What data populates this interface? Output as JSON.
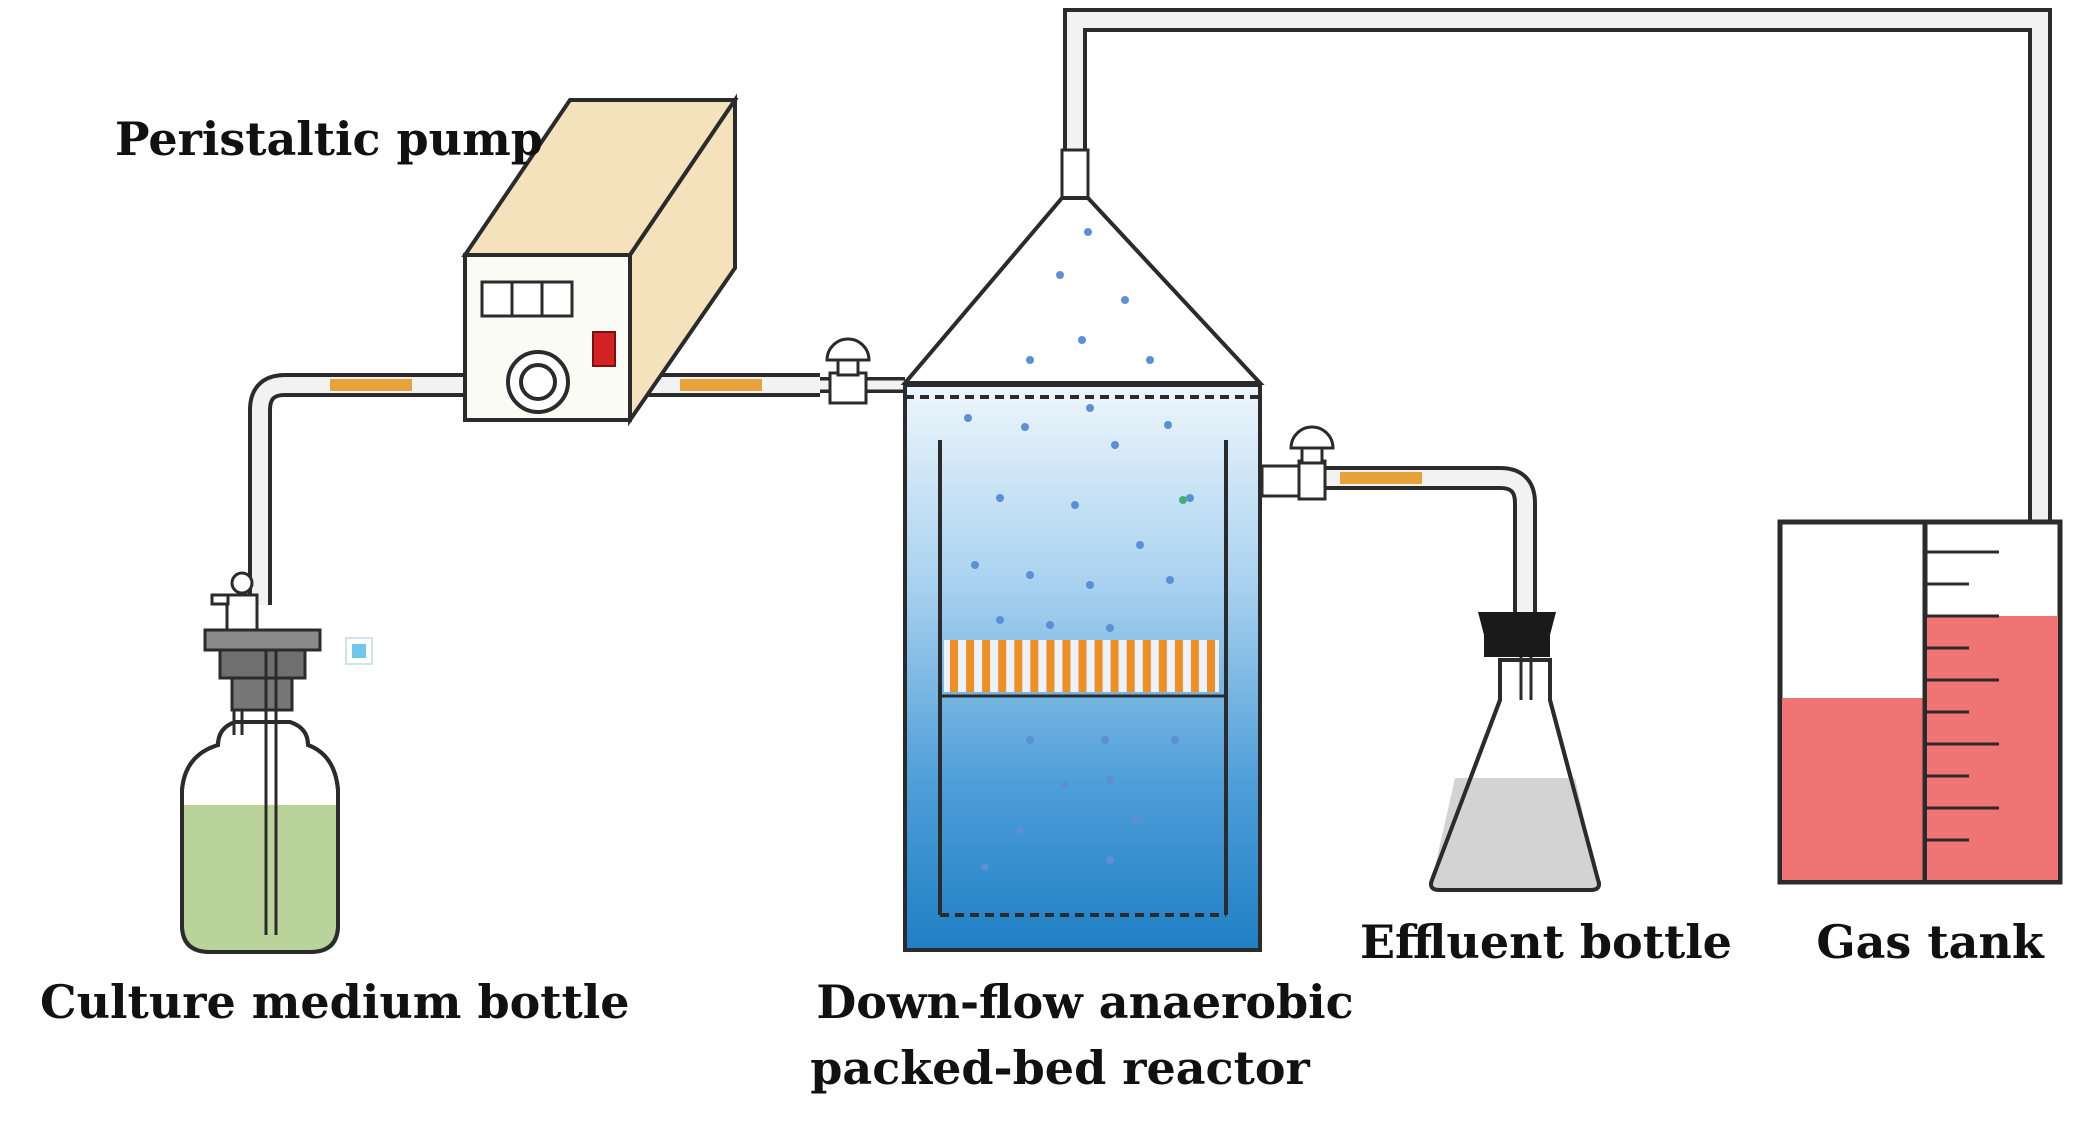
{
  "labels": {
    "peristaltic_pump": "Peristaltic pump",
    "culture_medium_bottle": "Culture medium bottle",
    "reactor_line1": "Down-flow anaerobic",
    "reactor_line2": "packed-bed reactor",
    "effluent_bottle": "Effluent  bottle",
    "gas_tank": "Gas tank"
  },
  "colors": {
    "outline": "#2b2b2b",
    "pipe_fill": "#f2f2f2",
    "tube_orange": "#e8a23a",
    "pump_top": "#f3e2bb",
    "pump_front": "#fbfbf6",
    "pump_indicator": "#d42222",
    "culture_liquid": "#b9d39b",
    "reactor_top": "#eef6fc",
    "reactor_bottom": "#1f7fc4",
    "packing": "#ef8e25",
    "bubble": "#5b8fd6",
    "effluent_liquid": "#d3d3d3",
    "stopper": "#1a1a1a",
    "gas_liquid": "#f07474"
  },
  "icons": {
    "pump_display": "three-window-display-icon",
    "pump_rotor": "peristaltic-rotor-icon",
    "valve": "stopcock-valve-icon"
  },
  "gas_tank_tick_marks": 10,
  "reactor_packing_rods": 17
}
